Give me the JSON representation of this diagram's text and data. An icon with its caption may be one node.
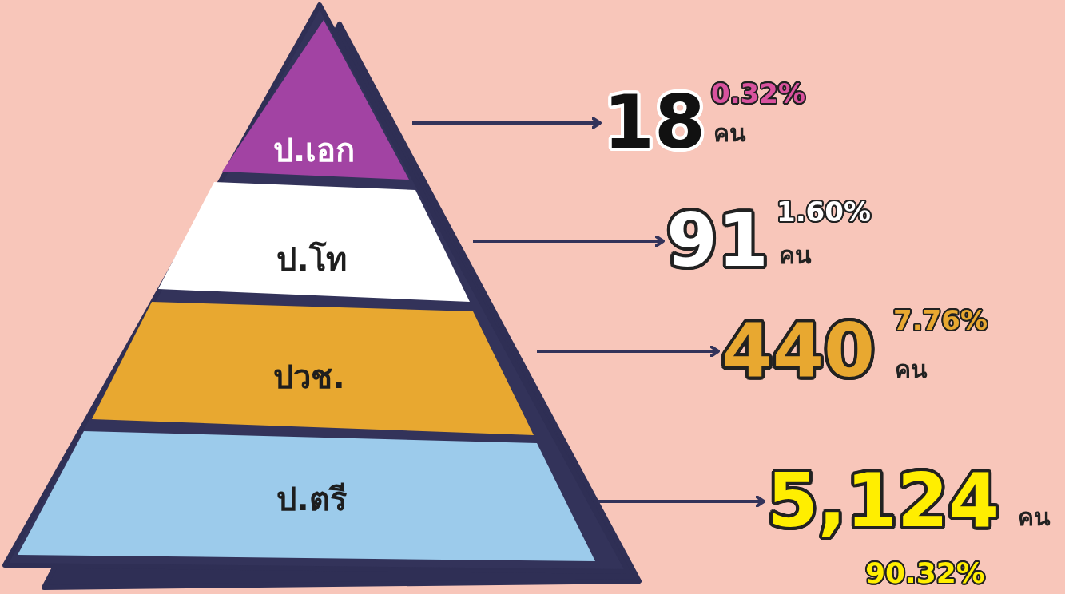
{
  "diagram": {
    "nodes": [
      {
        "text": [
          "ป.เอก"
        ]
      },
      {
        "text": [
          "ป.โท"
        ]
      },
      {
        "text": [
          "ปวช."
        ]
      },
      {
        "text": [
          "ป.ตรี"
        ]
      },
      {
        "text": [
          "18"
        ],
        "beside": [
          "0.32%",
          "คน"
        ]
      },
      {
        "text": [
          "91"
        ],
        "beside": [
          "1.60%",
          "คน"
        ]
      },
      {
        "text": [
          "440"
        ],
        "beside": [
          "7.76%",
          "คน"
        ]
      },
      {
        "text": [
          "5,124"
        ],
        "beside": [
          "คน",
          "90.32%"
        ]
      }
    ],
    "edges": [
      {
        "from": 0,
        "to": 4,
        "arrow": "to"
      },
      {
        "from": 1,
        "to": 5,
        "arrow": "to"
      },
      {
        "from": 2,
        "to": 6,
        "arrow": "to"
      },
      {
        "from": 3,
        "to": 7,
        "arrow": "to"
      }
    ]
  }
}
